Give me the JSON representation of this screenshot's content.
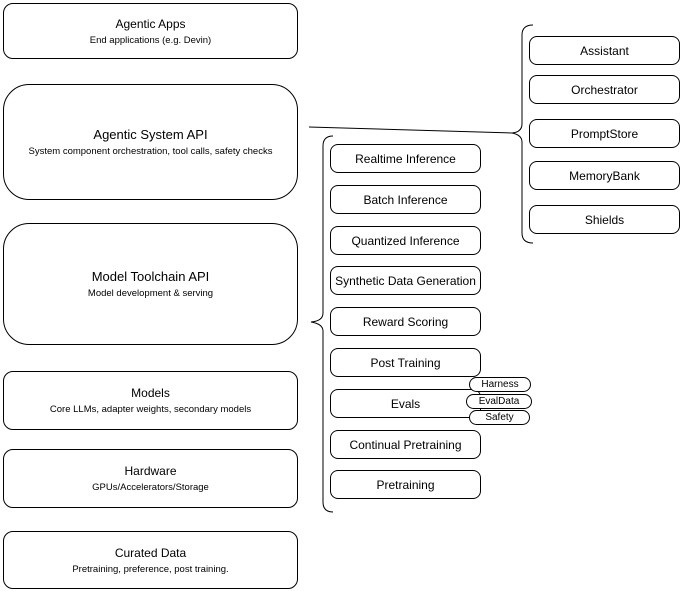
{
  "diagram": {
    "left_stack": [
      {
        "title": "Agentic Apps",
        "subtitle": "End applications (e.g. Devin)"
      },
      {
        "title": "Agentic System API",
        "subtitle": "System component orchestration, tool calls, safety checks"
      },
      {
        "title": "Model Toolchain API",
        "subtitle": "Model development & serving"
      },
      {
        "title": "Models",
        "subtitle": "Core LLMs, adapter weights, secondary models"
      },
      {
        "title": "Hardware",
        "subtitle": "GPUs/Accelerators/Storage"
      },
      {
        "title": "Curated Data",
        "subtitle": "Pretraining, preference, post training."
      }
    ],
    "toolchain_items": [
      "Realtime Inference",
      "Batch Inference",
      "Quantized Inference",
      "Synthetic Data Generation",
      "Reward Scoring",
      "Post Training",
      "Evals",
      "Continual Pretraining",
      "Pretraining"
    ],
    "eval_badges": [
      "Harness",
      "EvalData",
      "Safety"
    ],
    "system_components": [
      "Assistant",
      "Orchestrator",
      "PromptStore",
      "MemoryBank",
      "Shields"
    ],
    "colors": {
      "stroke": "#000000",
      "background": "#ffffff",
      "text": "#000000"
    }
  }
}
